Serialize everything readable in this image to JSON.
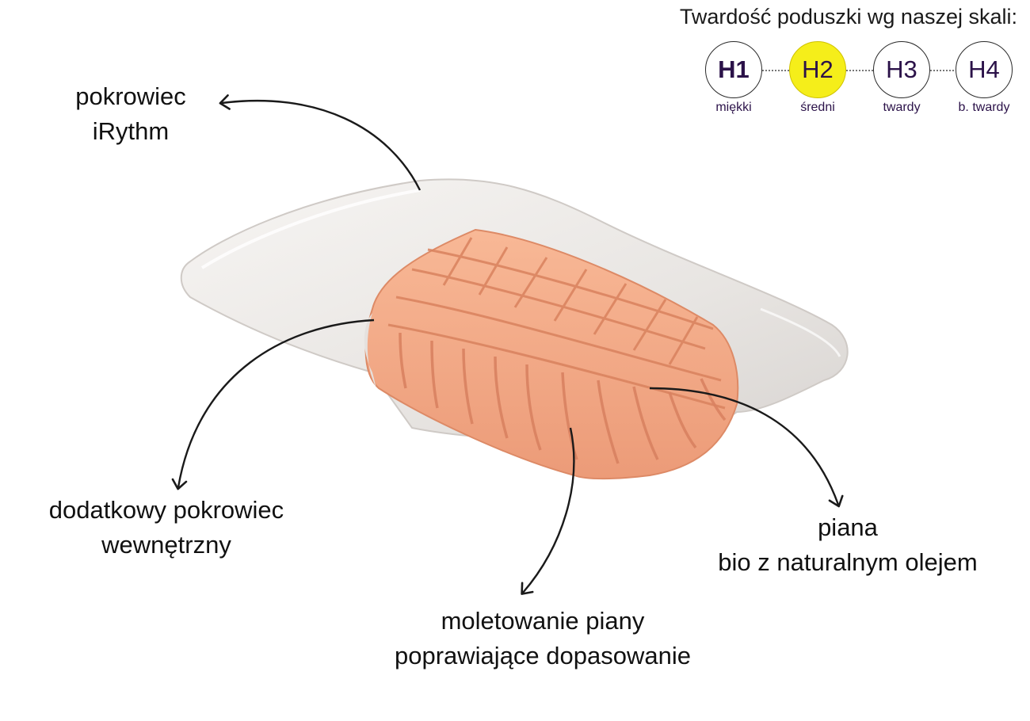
{
  "scale": {
    "title": "Twardość poduszki wg naszej skali:",
    "levels": [
      {
        "code": "H1",
        "desc": "miękki"
      },
      {
        "code": "H2",
        "desc": "średni"
      },
      {
        "code": "H3",
        "desc": "twardy"
      },
      {
        "code": "H4",
        "desc": "b. twardy"
      }
    ],
    "active_color": "#f5ee1a"
  },
  "labels": {
    "cover_line1": "pokrowiec",
    "cover_line2": "iRythm",
    "inner_line1": "dodatkowy pokrowiec",
    "inner_line2": "wewnętrzny",
    "knurl_line1": "moletowanie piany",
    "knurl_line2": "poprawiające dopasowanie",
    "foam_line1": "piana",
    "foam_line2": "bio z naturalnym olejem"
  },
  "colors": {
    "foam": "#f4a886",
    "cover": "#efecea",
    "text": "#2b1249"
  }
}
